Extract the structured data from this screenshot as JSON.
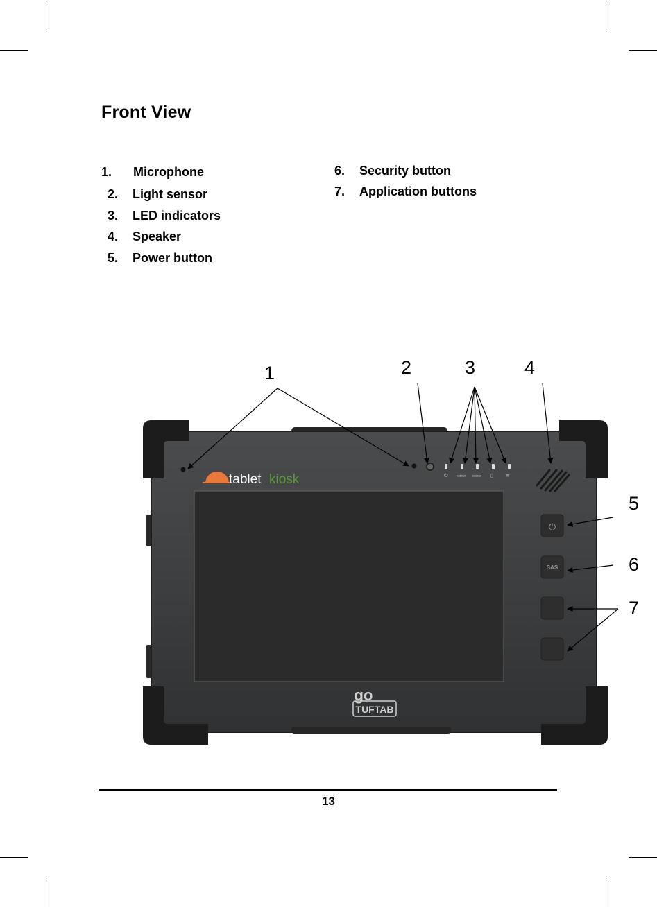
{
  "page": {
    "title": "Front View",
    "page_number": "13"
  },
  "list_left": [
    {
      "num": "1.",
      "label": "Microphone"
    },
    {
      "num": "2.",
      "label": "Light sensor"
    },
    {
      "num": "3.",
      "label": "LED indicators"
    },
    {
      "num": "4.",
      "label": "Speaker"
    },
    {
      "num": "5.",
      "label": "Power  button"
    }
  ],
  "list_right": [
    {
      "num": "6.",
      "label": "Security  button"
    },
    {
      "num": "7.",
      "label": "Application buttons"
    }
  ],
  "callouts": {
    "c1": "1",
    "c2": "2",
    "c3": "3",
    "c4": "4",
    "c5": "5",
    "c6": "6",
    "c7": "7"
  },
  "device": {
    "brand_logo": "tabletkiosk",
    "product_logo_top": "go",
    "product_logo": "TUFTAB",
    "security_button_label": "SAS",
    "led_labels": [
      "power",
      "disk",
      "battery",
      "lock",
      "wifi"
    ],
    "colors": {
      "body": "#3d3f41",
      "screen": "#2a2a2a",
      "bumper": "#1c1c1c",
      "logo_orange": "#e8793a",
      "logo_green": "#5a9a3a"
    }
  }
}
